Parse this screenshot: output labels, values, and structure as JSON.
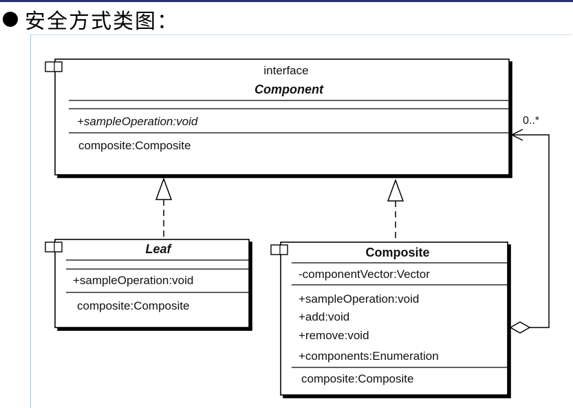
{
  "title": "安全方式类图：",
  "diagram": {
    "component": {
      "stereotype": "interface",
      "name": "Component",
      "operations": [
        "+sampleOperation:void"
      ],
      "extra": [
        "composite:Composite"
      ]
    },
    "leaf": {
      "name": "Leaf",
      "operations": [
        "+sampleOperation:void"
      ],
      "extra": [
        "composite:Composite"
      ]
    },
    "composite": {
      "name": "Composite",
      "attributes": [
        "-componentVector:Vector"
      ],
      "operations": [
        "+sampleOperation:void",
        "+add:void",
        "+remove:void",
        "+components:Enumeration"
      ],
      "extra": [
        "composite:Composite"
      ]
    },
    "multiplicity": "0..*"
  }
}
